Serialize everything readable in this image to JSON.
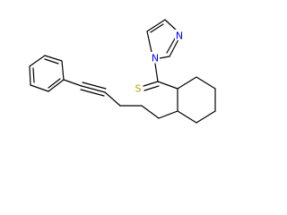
{
  "molecule": {
    "atom_labels": {
      "imidazole_nitrogen_top": "N",
      "imidazole_nitrogen_bonded": "N",
      "thione_sulfur": "S"
    },
    "colors": {
      "nitrogen": "#0000ff",
      "sulfur": "#b8a000",
      "bond": "#000000"
    }
  }
}
